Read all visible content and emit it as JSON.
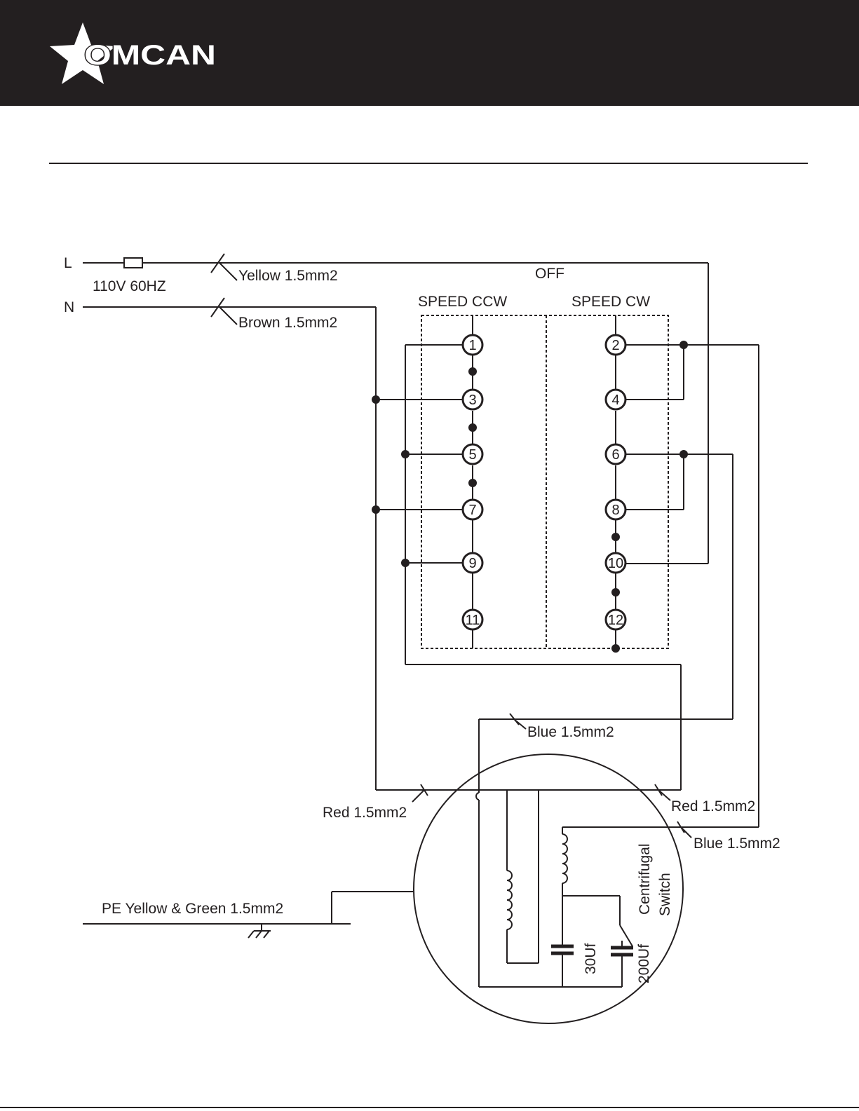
{
  "brand": {
    "name": "OMCAN"
  },
  "colors": {
    "ink": "#231f20",
    "header_bg": "#231f20",
    "logo": "#ffffff"
  },
  "supply": {
    "line": "L",
    "neutral": "N",
    "rating": "110V 60HZ"
  },
  "wires": {
    "yellow": "Yellow 1.5mm2",
    "brown": "Brown 1.5mm2",
    "blue_top": "Blue 1.5mm2",
    "red_left": "Red 1.5mm2",
    "red_right": "Red 1.5mm2",
    "blue_right": "Blue 1.5mm2",
    "earth": "PE Yellow & Green 1.5mm2"
  },
  "switch": {
    "off_label": "OFF",
    "ccw_label": "SPEED CCW",
    "cw_label": "SPEED CW",
    "ccw_terminals": [
      "1",
      "3",
      "5",
      "7",
      "9",
      "11"
    ],
    "cw_terminals": [
      "2",
      "4",
      "6",
      "8",
      "10",
      "12"
    ]
  },
  "motor": {
    "centrifugal_line1": "Centrifugal",
    "centrifugal_line2": "Switch",
    "cap_run": "30Uf",
    "cap_start": "200Uf"
  }
}
